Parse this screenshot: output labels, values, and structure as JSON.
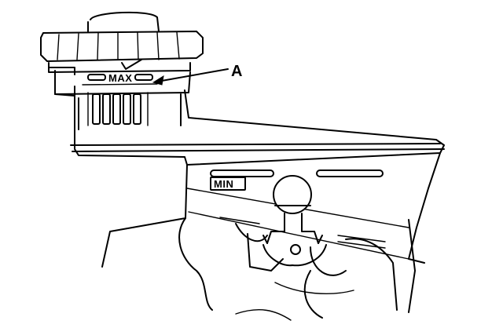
{
  "diagram": {
    "callout_label": "A",
    "max_mark": "MAX",
    "min_mark": "MIN",
    "colors": {
      "line": "#000000",
      "background": "#ffffff"
    }
  }
}
